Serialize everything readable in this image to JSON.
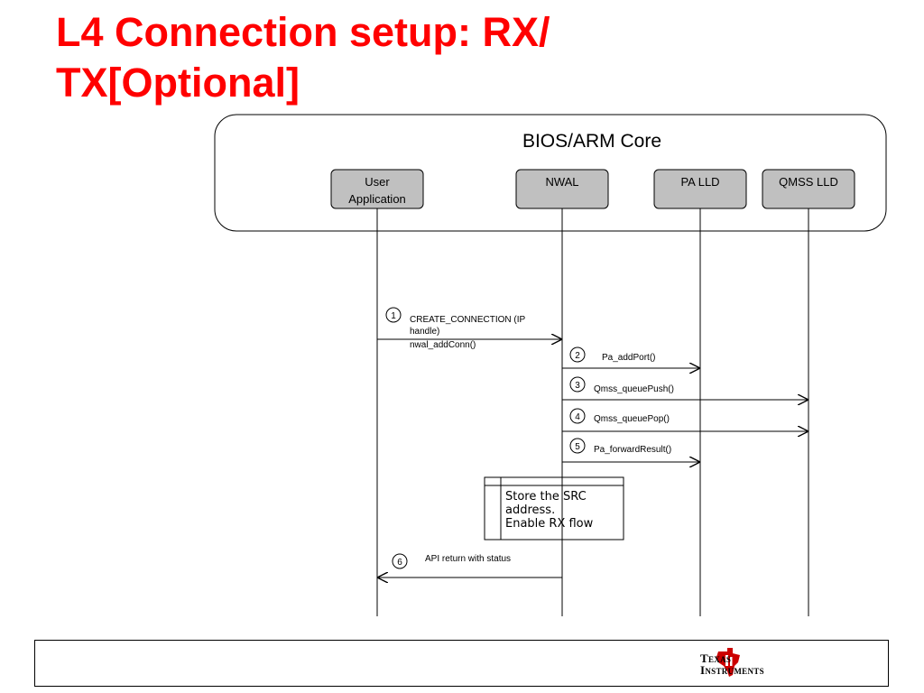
{
  "slide": {
    "title": "L4 Connection setup: RX/ TX[Optional]"
  },
  "core_box": {
    "label": "BIOS/ARM Core"
  },
  "lanes": [
    {
      "label": "User Application"
    },
    {
      "label": "NWAL"
    },
    {
      "label": "PA LLD"
    },
    {
      "label": "QMSS LLD"
    }
  ],
  "messages": [
    {
      "step": "1",
      "lines": [
        "CREATE_CONNECTION (IP",
        "handle)",
        "nwal_addConn()"
      ]
    },
    {
      "step": "2",
      "lines": [
        "Pa_addPort()"
      ]
    },
    {
      "step": "3",
      "lines": [
        "Qmss_queuePush()"
      ]
    },
    {
      "step": "4",
      "lines": [
        "Qmss_queuePop()"
      ]
    },
    {
      "step": "5",
      "lines": [
        "Pa_forwardResult()"
      ]
    },
    {
      "step": "6",
      "lines": [
        "API return with status"
      ]
    }
  ],
  "note": {
    "lines": [
      "Store the SRC",
      "address.",
      "Enable RX flow"
    ]
  },
  "logo": {
    "line1": "Texas",
    "line2": "Instruments",
    "color": "#cc0000"
  }
}
